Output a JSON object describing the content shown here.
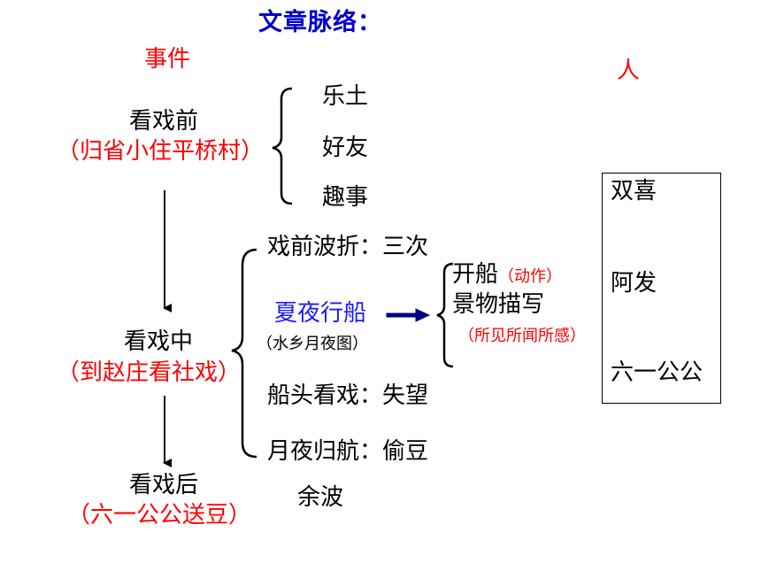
{
  "title": "文章脉络：",
  "labels": {
    "events": "事件",
    "people": "人"
  },
  "stages": {
    "before": {
      "name": "看戏前",
      "detail": "（归省小住平桥村）"
    },
    "during": {
      "name": "看戏中",
      "detail": "（到赵庄看社戏）"
    },
    "after": {
      "name": "看戏后",
      "detail": "（六一公公送豆）"
    }
  },
  "before_items": [
    "乐土",
    "好友",
    "趣事"
  ],
  "during_items": {
    "item1": "戏前波折：三次",
    "item2": "夏夜行船",
    "item2_sub": "（水乡月夜图）",
    "item3": "船头看戏：失望",
    "item4": "月夜归航：偷豆"
  },
  "boat_details": {
    "line1": "开船",
    "line1_note": "（动作）",
    "line2": "景物描写",
    "line3": "（所见所闻所感）"
  },
  "after_extra": "余波",
  "people": [
    "双喜",
    "阿发",
    "六一公公"
  ],
  "colors": {
    "title": "#0000cc",
    "highlight": "#ff0000",
    "boat": "#1a1aff",
    "arrow": "#000080"
  }
}
